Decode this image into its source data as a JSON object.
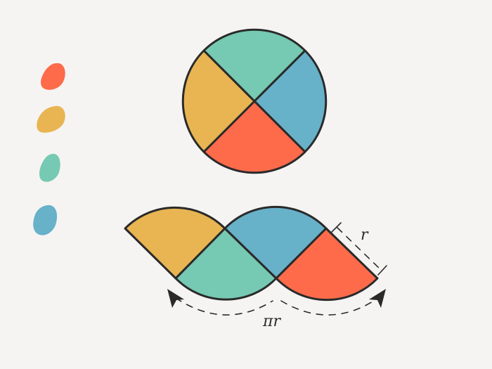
{
  "colors": {
    "background": "#f5f4f2",
    "orange": "#e8b552",
    "teal": "#76c9b2",
    "blue": "#67b1c9",
    "red": "#fd6b4a",
    "ink": "#2a2a2a"
  },
  "swatches": [
    "red",
    "orange",
    "teal",
    "blue"
  ],
  "circle": {
    "sectors": [
      {
        "name": "top",
        "color": "teal"
      },
      {
        "name": "right",
        "color": "blue"
      },
      {
        "name": "bottom",
        "color": "red"
      },
      {
        "name": "left",
        "color": "orange"
      }
    ]
  },
  "unrolled": {
    "sectors": [
      {
        "name": "sector-1",
        "color": "orange"
      },
      {
        "name": "sector-2",
        "color": "teal"
      },
      {
        "name": "sector-3",
        "color": "blue"
      },
      {
        "name": "sector-4",
        "color": "red"
      }
    ]
  },
  "labels": {
    "radius": "r",
    "half_circumference": "πr"
  }
}
